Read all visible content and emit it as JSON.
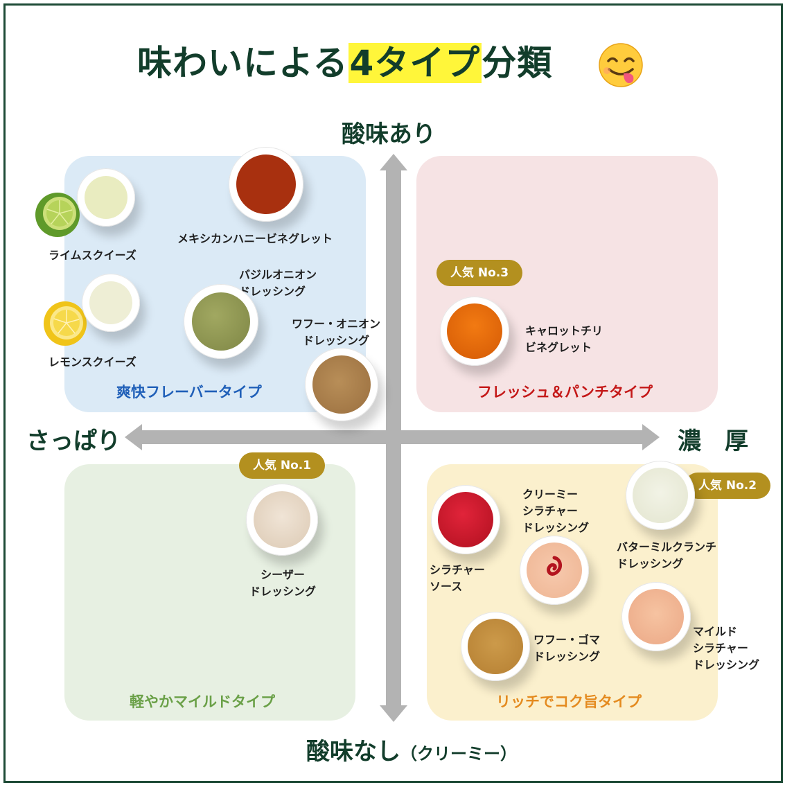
{
  "title": {
    "prefix": "味わいによる",
    "highlight": "4タイプ",
    "suffix": "分類",
    "emoji": "face-savoring-food-icon"
  },
  "axes": {
    "top": "酸味あり",
    "bottom_main": "酸味なし",
    "bottom_sub": "（クリーミー）",
    "left": "さっぱり",
    "right": "濃　厚"
  },
  "quadrants": {
    "top_left": {
      "title": "爽快フレーバータイプ",
      "color": "#1f5fb8"
    },
    "top_right": {
      "title": "フレッシュ＆パンチタイプ",
      "color": "#c41818"
    },
    "bottom_left": {
      "title": "軽やかマイルドタイプ",
      "color": "#6aa047"
    },
    "bottom_right": {
      "title": "リッチでコク旨タイプ",
      "color": "#e48a1e"
    }
  },
  "badges": {
    "no1": "人気 No.1",
    "no2": "人気 No.2",
    "no3": "人気 No.3"
  },
  "items": {
    "lime": "ライムスクイーズ",
    "lemon": "レモンスクイーズ",
    "mexican": "メキシカンハニービネグレット",
    "basil": [
      "バジルオニオン",
      "ドレッシング"
    ],
    "wafu_onion": [
      "ワフー・オニオン",
      "ドレッシング"
    ],
    "carrot": [
      "キャロットチリ",
      "ビネグレット"
    ],
    "caesar": [
      "シーザー",
      "ドレッシング"
    ],
    "sriracha_sauce": [
      "シラチャー",
      "ソース"
    ],
    "creamy_sriracha": [
      "クリーミー",
      "シラチャー",
      "ドレッシング"
    ],
    "buttermilk": [
      "バターミルクランチ",
      "ドレッシング"
    ],
    "wafu_goma": [
      "ワフー・ゴマ",
      "ドレッシング"
    ],
    "mild_sriracha": [
      "マイルド",
      "シラチャー",
      "ドレッシング"
    ]
  },
  "colors": {
    "accent_dark_green": "#123d2b",
    "badge_gold": "#b3901f",
    "title_highlight": "#fff63a"
  }
}
